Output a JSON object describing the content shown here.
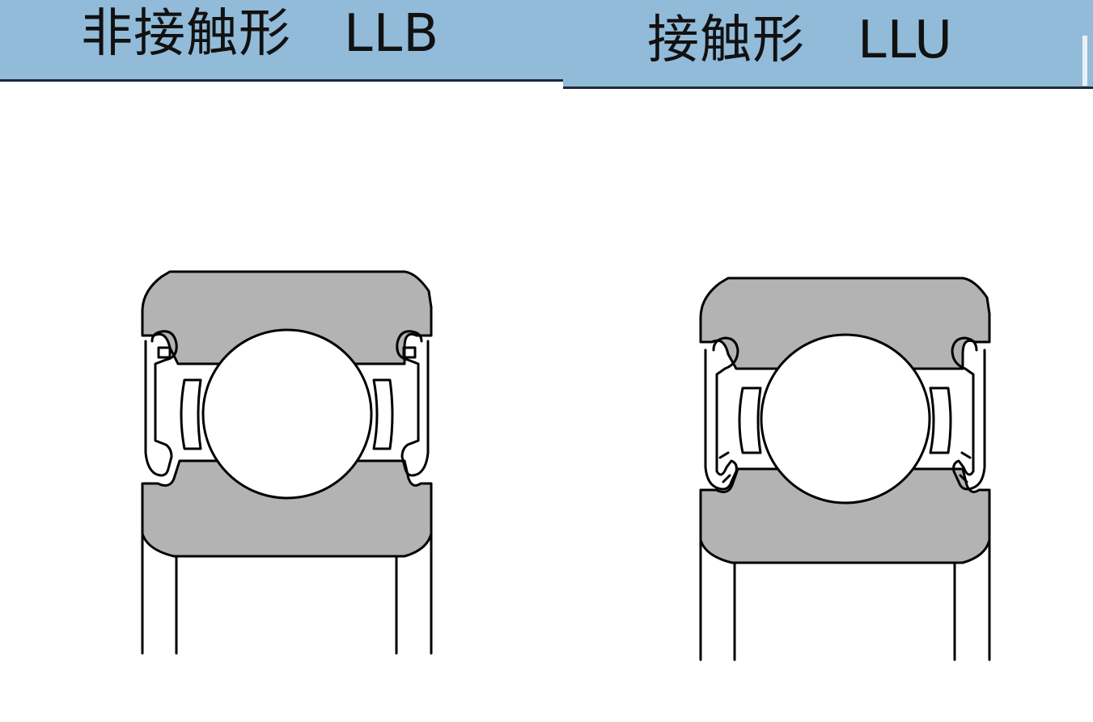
{
  "left_panel": {
    "title": "非接触形　LLB",
    "variant": "non-contact seal bearing"
  },
  "right_panel": {
    "title": "接触形　LLU",
    "variant": "contact seal bearing"
  },
  "colors": {
    "header_bg": "#92bbd9",
    "ring_fill": "#b3b3b3",
    "outline": "#000000",
    "background": "#ffffff"
  }
}
